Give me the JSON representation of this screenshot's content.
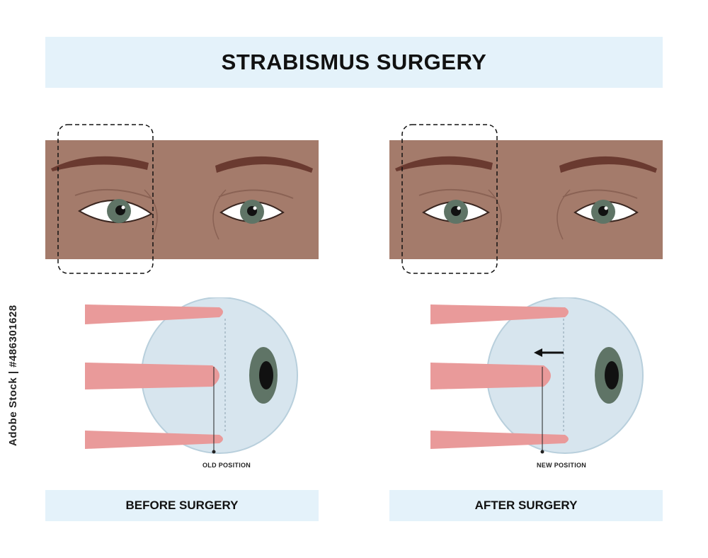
{
  "title": "STRABISMUS SURGERY",
  "panels": {
    "before": {
      "label": "BEFORE SURGERY",
      "position_label": "OLD POSITION"
    },
    "after": {
      "label": "AFTER SURGERY",
      "position_label": "NEW POSITION"
    }
  },
  "watermark": "Adobe Stock | #486301628",
  "colors": {
    "banner": "#e4f2fa",
    "skin": "#a47b6b",
    "brow": "#6a3a30",
    "iris": "#5f7466",
    "muscle": "#e99a9a",
    "sclera_globe": "#d7e5ee"
  }
}
